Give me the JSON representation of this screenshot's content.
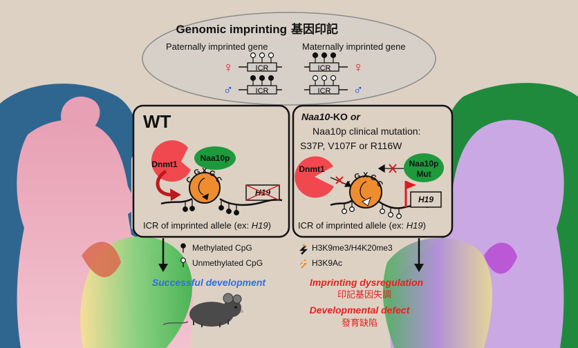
{
  "header": {
    "title_en": "Genomic imprinting",
    "title_zh": "基因印記",
    "paternal_label": "Paternally imprinted gene",
    "maternal_label": "Maternally imprinted gene",
    "icr_label": "ICR",
    "female_symbol": "♀",
    "male_symbol": "♂"
  },
  "wt_panel": {
    "title": "WT",
    "dnmt1": "Dnmt1",
    "naa10p": "Naa10p",
    "gene": "H19",
    "caption_prefix": "ICR of imprinted allele (ex: ",
    "caption_gene": "H19",
    "caption_suffix": ")",
    "nucleosome_letters": [
      "C",
      "G",
      "X",
      "G",
      "C"
    ]
  },
  "ko_panel": {
    "title_italic": "Naa10",
    "title_rest": "-KO ",
    "title_or": "or",
    "line2": "Naa10p clinical mutation:",
    "line3": "S37P, V107F or R116W",
    "dnmt1": "Dnmt1",
    "naa10p": "Naa10p",
    "naa10p_mut": "Mut",
    "gene": "H19",
    "caption_prefix": "ICR of imprinted allele (ex: ",
    "caption_gene": "H19",
    "caption_suffix": ")",
    "nucleosome_letters": [
      "C",
      "G",
      "X",
      "G",
      "C"
    ]
  },
  "legend": {
    "methylated": "Methylated CpG",
    "unmethylated": "Unmethylated CpG",
    "h3k9me3": "H3K9me3/H4K20me3",
    "h3k9ac": "H3K9Ac"
  },
  "outcomes": {
    "success": "Successful development",
    "dysreg_en": "Imprinting dysregulation",
    "dysreg_zh": "印記基因失調",
    "defect_en": "Developmental defect",
    "defect_zh": "發育缺陷"
  },
  "colors": {
    "background": "#ddd1c4",
    "dnmt1": "#f0484e",
    "naa10p": "#1e9a3c",
    "nucleosome": "#ee8c30",
    "success_text": "#2f6ee0",
    "defect_text": "#e8201f",
    "female": "#e0191e",
    "male": "#1e3fd0"
  }
}
